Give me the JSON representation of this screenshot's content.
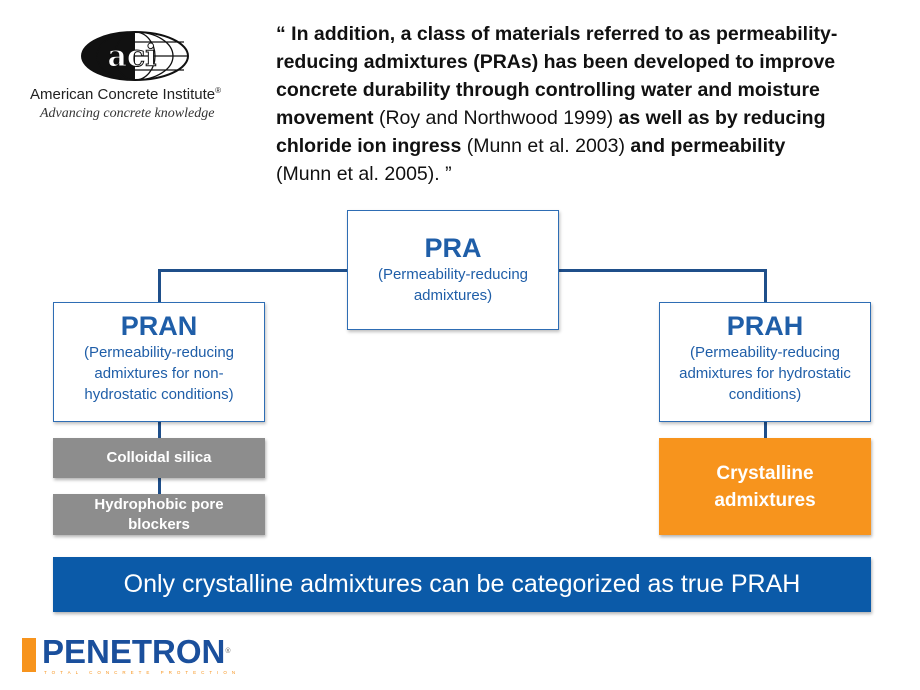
{
  "logos": {
    "aci": {
      "mark": "aci",
      "name": "American Concrete Institute",
      "registered": "®",
      "tagline": "Advancing concrete knowledge"
    },
    "penetron": {
      "name": "PENETRON",
      "registered": "®",
      "tagline": "TOTAL CONCRETE PROTECTION",
      "colors": {
        "blue": "#1a4f9c",
        "orange": "#f7941d"
      }
    }
  },
  "quote": {
    "open": "“ ",
    "p1": "In addition, a class of materials referred to as permeability-reducing admixtures (PRAs) has been developed to improve concrete durability through controlling water and moisture movement",
    "c1": " (Roy and Northwood 1999) ",
    "p2": "as well as by reducing chloride ion ingress",
    "c2": " (Munn et al. 2003) ",
    "p3": "and permeability",
    "c3": " (Munn et al. 2005). ”"
  },
  "diagram": {
    "root": {
      "title": "PRA",
      "subtitle": "(Permeability-reducing admixtures)"
    },
    "left": {
      "title": "PRAN",
      "subtitle": "(Permeability-reducing admixtures for non-hydrostatic conditions)",
      "items": [
        "Colloidal silica",
        "Hydrophobic pore blockers"
      ]
    },
    "right": {
      "title": "PRAH",
      "subtitle": "(Permeability-reducing admixtures for hydrostatic conditions)",
      "items": [
        "Crystalline admixtures"
      ]
    }
  },
  "banner": "Only crystalline admixtures can be categorized as true PRAH",
  "colors": {
    "primary": "#1f5ea8",
    "banner": "#0b5aa8",
    "gray": "#8d8d8d",
    "orange": "#f7941d"
  }
}
